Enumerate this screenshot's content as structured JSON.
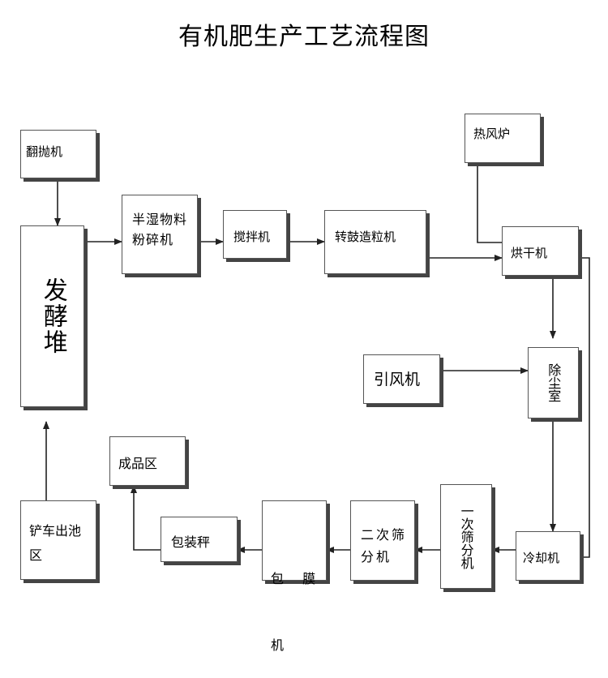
{
  "title": "有机肥生产工艺流程图",
  "nodes": {
    "fanpao": "翻抛机",
    "fajiao": "发酵堆",
    "fensui_line1": "半湿物料",
    "fensui_line2": "粉碎机",
    "jiaoban": "搅拌机",
    "zaoli": "转鼓造粒机",
    "refenglu": "热风炉",
    "honggan": "烘干机",
    "yinfeng": "引风机",
    "chuchen": "除尘室",
    "lengque": "冷却机",
    "yici": "一次筛分机",
    "erci_line1": "二次筛",
    "erci_line2": "分机",
    "baomo_line1": "包 膜",
    "baomo_line2": "机",
    "baozhuang": "包装秤",
    "chengpin": "成品区",
    "chanche_line1": "铲车出池",
    "chanche_line2": "区"
  }
}
